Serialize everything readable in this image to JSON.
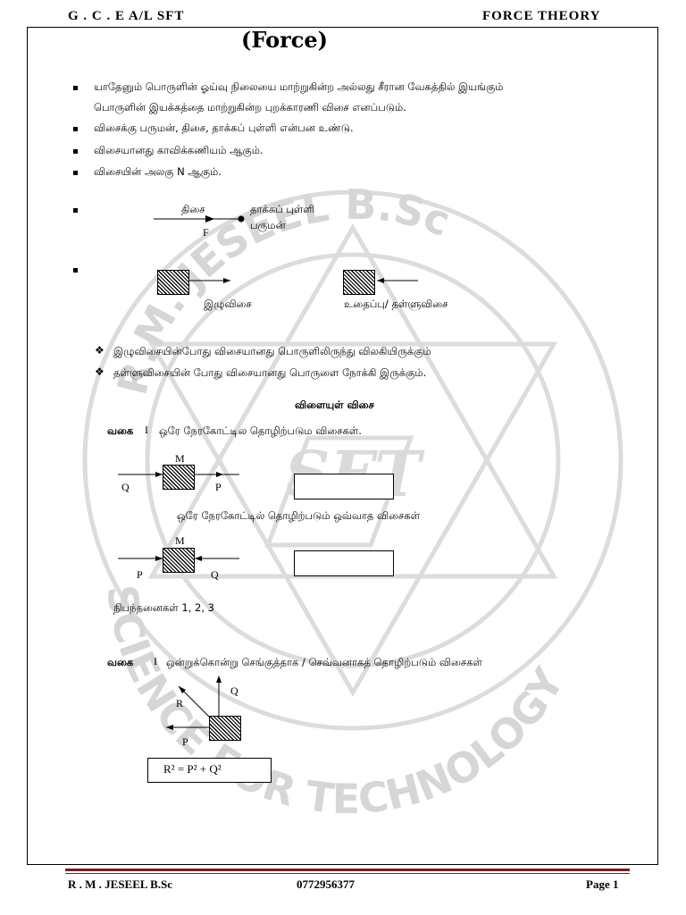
{
  "header": {
    "left": "G . C . E A/L SFT",
    "right": "FORCE THEORY"
  },
  "title": "(Force)",
  "bullets": [
    "யாதேனும் பொருளின் ஓய்வு நிலையை மாற்றுகின்ற அல்லது சீரான வேகத்தில் இயங்கும்",
    "பொருளின் இயக்கத்தை மாற்றுகின்ற புறக்காரணி விசை எனப்படும்.",
    "விசைக்கு பருமன், திசை, தாக்கப் புள்ளி என்பன உண்டு.",
    "விசையானது காவிக்கணியம் ஆகும்.",
    "விசையின் அலகு N ஆகும்."
  ],
  "vector_diagram": {
    "direction": "திசை",
    "point": "தாக்கப் புள்ளி",
    "magnitude": "பருமன்",
    "symbol": "F"
  },
  "pull_push": {
    "pull": "இழுவிசை",
    "push": "உதைப்பு/ தள்ளுவிசை"
  },
  "notes": [
    "இழுவிசையின்போது விசையானது பொருளிலிருந்து விலகியிருக்கும்",
    "தள்ளுவிசையின் போது விசையானது பொருளை நோக்கி இருக்கும்."
  ],
  "section_title": "விளையுள் விசை",
  "type1": {
    "label": "வகை",
    "num": "I",
    "text": "ஒரே நேரகோட்டில தொழிற்படும விசைகள்."
  },
  "diagram1": {
    "m": "M",
    "q": "Q",
    "p": "P"
  },
  "type1b_text": "ஒரே நேரகோட்டில் தொழிற்படும் ஒவ்வாத விசைகள்",
  "diagram2": {
    "m": "M",
    "p": "P",
    "q": "Q"
  },
  "conditions": "நிபந்தனைகள் 1, 2, 3",
  "type2": {
    "label": "வகை",
    "num": "I",
    "text": "ஒன்றுக்கொன்று செங்குத்தாக / செவ்வனாகத் தொழிற்படும் விசைகள்"
  },
  "diagram3": {
    "r": "R",
    "q": "Q",
    "p": "P"
  },
  "formula": "R² = P² + Q²",
  "watermark": {
    "top": "R.M. JESEEL B.Sc",
    "bottom": "SCIENCE FOR TECHNOLOGY",
    "center": "SFT"
  },
  "footer": {
    "name": "R . M . JESEEL B.Sc",
    "phone": "0772956377",
    "page": "Page 1"
  }
}
